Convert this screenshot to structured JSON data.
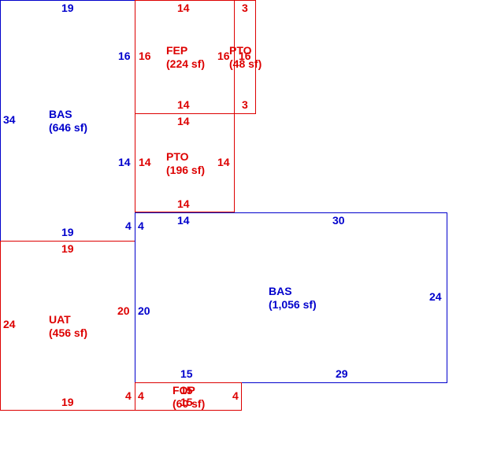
{
  "colors": {
    "blue": "#0000cc",
    "red": "#dd0000"
  },
  "areas": {
    "bas_upper": {
      "name": "BAS",
      "size": "(646 sf)"
    },
    "fep": {
      "name": "FEP",
      "size": "(224 sf)"
    },
    "pto_small": {
      "name": "PTO",
      "size": "(48 sf)"
    },
    "pto": {
      "name": "PTO",
      "size": "(196 sf)"
    },
    "bas_lower": {
      "name": "BAS",
      "size": "(1,056 sf)"
    },
    "uat": {
      "name": "UAT",
      "size": "(456 sf)"
    },
    "fop": {
      "name": "FOP",
      "size": "(60 sf)"
    }
  },
  "dimensions": {
    "bas_upper_top": "19",
    "bas_upper_left": "34",
    "bas_upper_right_a": "16",
    "bas_upper_right_b": "14",
    "bas_upper_right_c": "4",
    "bas_upper_bottom": "19",
    "fep_top": "14",
    "fep_left": "16",
    "fep_right": "16",
    "fep_bottom": "14",
    "pto_small_top": "3",
    "pto_small_right": "16",
    "pto_small_bottom": "3",
    "pto_top": "14",
    "pto_left": "14",
    "pto_right": "14",
    "pto_bottom": "14",
    "bas_lower_top_left": "14",
    "bas_lower_top": "30",
    "bas_lower_left_a": "4",
    "bas_lower_left_b": "20",
    "bas_lower_right": "24",
    "bas_lower_bottom_left": "15",
    "bas_lower_bottom": "29",
    "uat_top": "19",
    "uat_left": "24",
    "uat_right": "20",
    "uat_bottom": "19",
    "uat_right_bottom": "4",
    "fop_left": "4",
    "fop_top": "15",
    "fop_bottom": "15",
    "fop_right": "4"
  }
}
